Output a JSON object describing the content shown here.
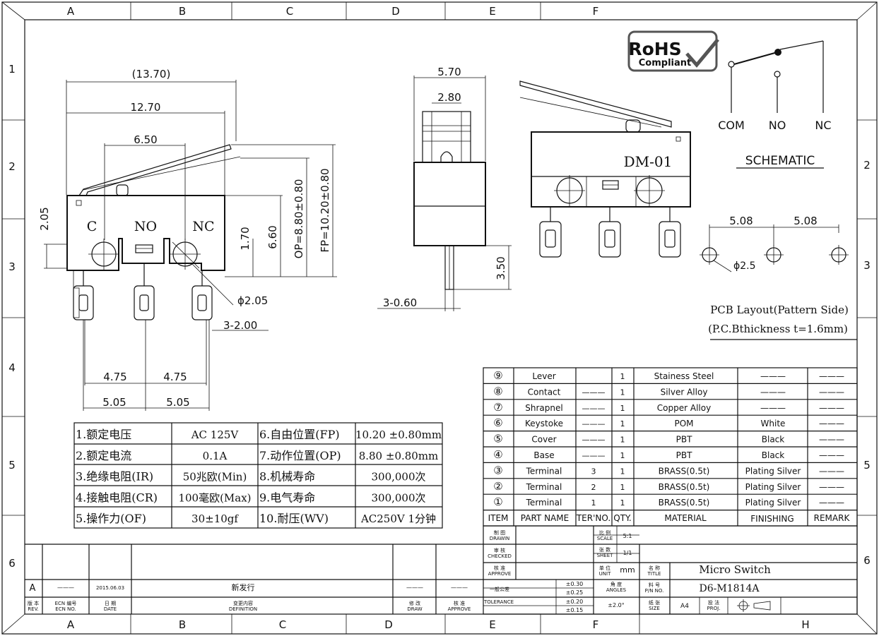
{
  "frame": {
    "cols_top": [
      "A",
      "B",
      "C",
      "D",
      "E",
      "F"
    ],
    "cols_bottom": [
      "A",
      "B",
      "C",
      "D",
      "E",
      "F",
      "H"
    ],
    "rows_left": [
      "1",
      "2",
      "3",
      "4",
      "5",
      "6"
    ],
    "rows_right": [
      "2",
      "3",
      "5",
      "6"
    ]
  },
  "logo": {
    "line1": "RoHS",
    "line2": "Compliant"
  },
  "front_view": {
    "dims": {
      "overall": "(13.70)",
      "body": "12.70",
      "center": "6.50",
      "h205": "2.05",
      "h170": "1.70",
      "h660": "6.60",
      "op": "OP=8.80±0.80",
      "fp": "FP=10.20±0.80",
      "hole": "ϕ2.05",
      "pin": "3-2.00",
      "p475a": "4.75",
      "p475b": "4.75",
      "p505a": "5.05",
      "p505b": "5.05"
    },
    "labels": {
      "c": "C",
      "no": "NO",
      "nc": "NC"
    }
  },
  "side_view": {
    "dims": {
      "w570": "5.70",
      "w280": "2.80",
      "h350": "3.50",
      "pin": "3-0.60"
    }
  },
  "iso_view": {
    "label": "DM-01"
  },
  "schematic": {
    "com": "COM",
    "no": "NO",
    "nc": "NC",
    "title": "SCHEMATIC"
  },
  "pcb": {
    "d1": "5.08",
    "d2": "5.08",
    "hole": "ϕ2.5",
    "title1": "PCB Layout(Pattern Side)",
    "title2": "(P.C.Bthickness   t=1.6mm)"
  },
  "spec_table": [
    {
      "k1": "1.额定电压",
      "v1": "AC   125V",
      "k2": "6.自由位置(FP)",
      "v2": "10.20 ±0.80mm"
    },
    {
      "k1": "2.额定电流",
      "v1": "0.1A",
      "k2": "7.动作位置(OP)",
      "v2": "8.80  ±0.80mm"
    },
    {
      "k1": "3.绝缘电阻(IR)",
      "v1": "50兆欧(Min)",
      "k2": "8.机械寿命",
      "v2": "300,000次"
    },
    {
      "k1": "4.接触电阻(CR)",
      "v1": "100毫欧(Max)",
      "k2": "9.电气寿命",
      "v2": "300,000次"
    },
    {
      "k1": "5.操作力(OF)",
      "v1": "30±10gf",
      "k2": "10.耐压(WV)",
      "v2": "AC250V 1分钟"
    }
  ],
  "bom": {
    "header": {
      "item": "ITEM",
      "name": "PART NAME",
      "ter": "TER'NO.",
      "qty": "QTY.",
      "mat": "MATERIAL",
      "fin": "FINISHING",
      "rem": "REMARK"
    },
    "rows": [
      {
        "item": "⑨",
        "name": "Lever",
        "ter": "",
        "qty": "1",
        "mat": "Stainess Steel",
        "fin": "———",
        "rem": "———"
      },
      {
        "item": "⑧",
        "name": "Contact",
        "ter": "———",
        "qty": "1",
        "mat": "Silver Alloy",
        "fin": "———",
        "rem": "———"
      },
      {
        "item": "⑦",
        "name": "Shrapnel",
        "ter": "———",
        "qty": "1",
        "mat": "Copper Alloy",
        "fin": "———",
        "rem": "———"
      },
      {
        "item": "⑥",
        "name": "Keystoke",
        "ter": "———",
        "qty": "1",
        "mat": "POM",
        "fin": "White",
        "rem": "———"
      },
      {
        "item": "⑤",
        "name": "Cover",
        "ter": "———",
        "qty": "1",
        "mat": "PBT",
        "fin": "Black",
        "rem": "———"
      },
      {
        "item": "④",
        "name": "Base",
        "ter": "———",
        "qty": "1",
        "mat": "PBT",
        "fin": "Black",
        "rem": "———"
      },
      {
        "item": "③",
        "name": "Terminal",
        "ter": "3",
        "qty": "1",
        "mat": "BRASS(0.5t)",
        "fin": "Plating Silver",
        "rem": "———"
      },
      {
        "item": "②",
        "name": "Terminal",
        "ter": "2",
        "qty": "1",
        "mat": "BRASS(0.5t)",
        "fin": "Plating Silver",
        "rem": "———"
      },
      {
        "item": "①",
        "name": "Terminal",
        "ter": "1",
        "qty": "1",
        "mat": "BRASS(0.5t)",
        "fin": "Plating Silver",
        "rem": "———"
      }
    ]
  },
  "title_block": {
    "drawn": "制 图\nDRAWIN",
    "checked": "审 核\nCHECKED",
    "approve": "核 准\nAPPROVE",
    "tol_cn": "一般公差",
    "tol": "TOLERANCE",
    "t1": "±0.30",
    "t2": "±0.25",
    "t3": "±0.20",
    "t4": "±0.15",
    "scale_lbl": "比 例\nSCALE",
    "scale": "5:1",
    "sheet_lbl": "张 数\nSHEET",
    "sheet": "1/1",
    "unit_lbl": "单 位\nUNIT",
    "unit": "mm",
    "angle_lbl": "角 度\nANGLES",
    "angle": "±2.0°",
    "name_lbl": "名 称\nTITLE",
    "name": "Micro Switch",
    "pn_lbl": "料 号\nP/N NO.",
    "pn": "D6-M1814A",
    "size_lbl": "纸 张\nSIZE",
    "size": "A4",
    "proj_lbl": "投 法\nPROJ."
  },
  "revision": {
    "rev": "A",
    "ecn": "———",
    "date": "2015.06.03",
    "def": "新发行",
    "draw": "———",
    "appr": "———",
    "h_rev": "版 本\nREV.",
    "h_ecn": "ECN 编号\nECN NO.",
    "h_date": "日 期\nDATE",
    "h_def": "变更内容\nDEFINITION",
    "h_draw": "修 改\nDRAW",
    "h_appr": "核 准\nAPPROVE"
  }
}
